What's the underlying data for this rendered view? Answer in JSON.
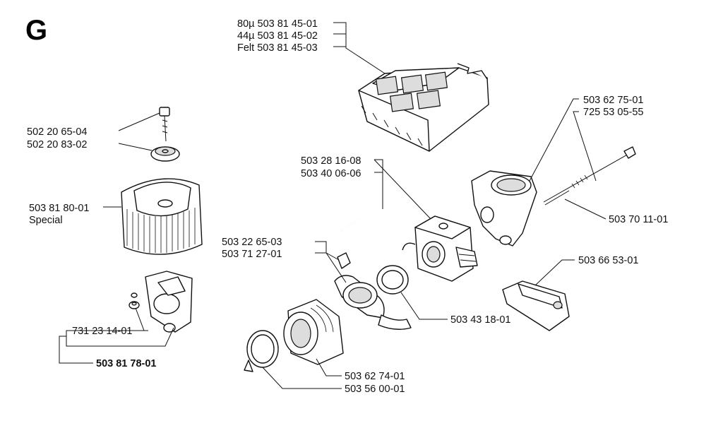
{
  "section": "G",
  "labels": {
    "filter_80": "80µ 503 81 45-01",
    "filter_44": "44µ 503 81 45-02",
    "filter_felt": "Felt 503 81 45-03",
    "screw_top": "502 20 65-04",
    "nut_top": "502 20 83-02",
    "air_filter": "503 81 80-01",
    "air_filter_note": "Special",
    "carb_a": "503 28 16-08",
    "carb_b": "503 40 06-06",
    "bolt_a": "503 62 75-01",
    "bolt_b": "725 53 05-55",
    "rod": "503 70 11-01",
    "clip_a": "503 22 65-03",
    "clip_b": "503 71 27-01",
    "bracket": "503 66 53-01",
    "ring": "503 43 18-01",
    "nut_small": "731 23 14-01",
    "assembly": "503 81 78-01",
    "intake": "503 62 74-01",
    "clamp": "503 56 00-01"
  }
}
